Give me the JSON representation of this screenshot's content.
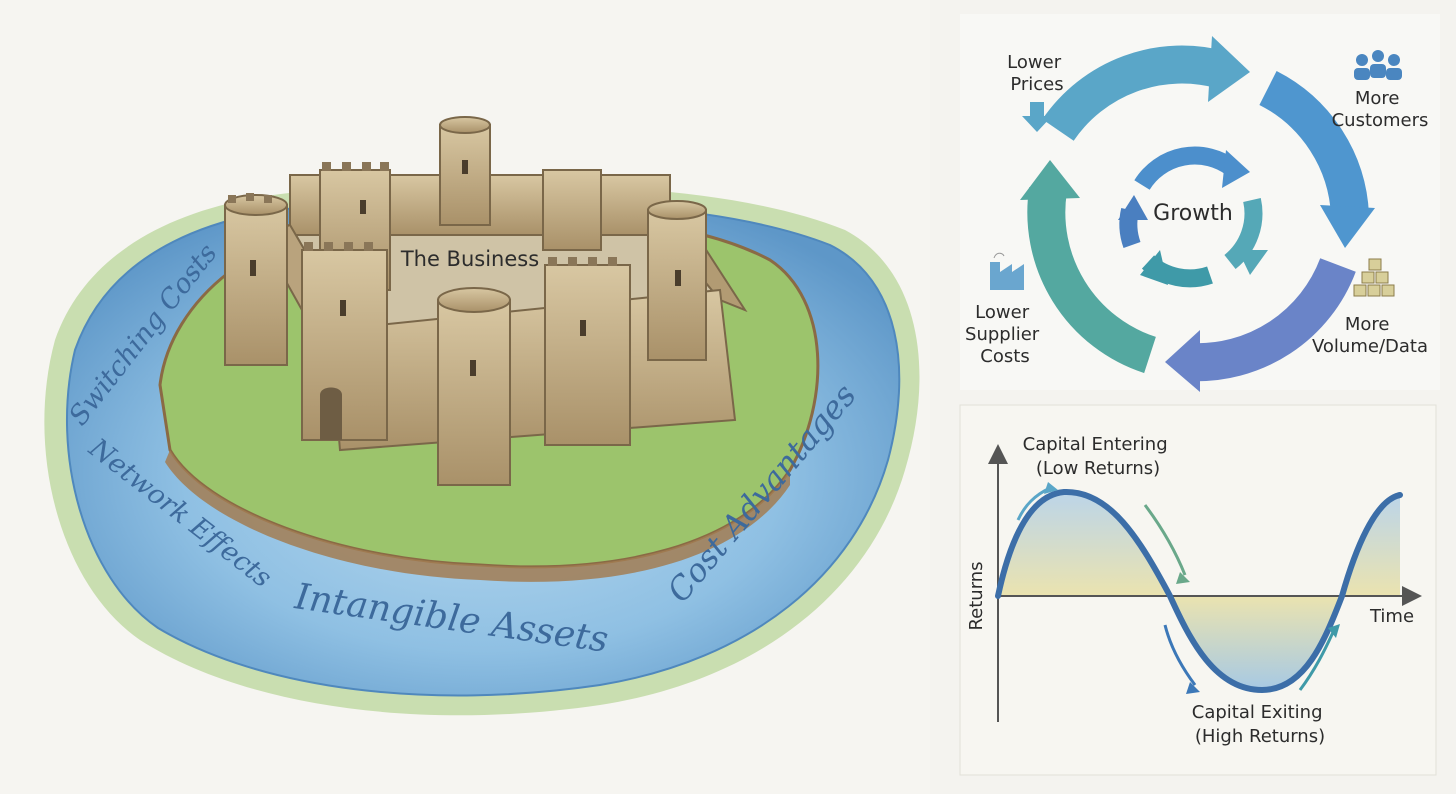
{
  "moat": {
    "center_label": "The Business",
    "labels": {
      "switching": "Switching Costs",
      "network": "Network Effects",
      "intangible": "Intangible Assets",
      "cost": "Cost Advantages"
    }
  },
  "flywheel": {
    "center": "Growth",
    "nodes": {
      "lower_prices": [
        "Lower",
        "Prices"
      ],
      "more_customers": [
        "More",
        "Customers"
      ],
      "more_volume": [
        "More",
        "Volume/Data"
      ],
      "lower_supplier": [
        "Lower",
        "Supplier",
        "Costs"
      ]
    }
  },
  "cycle": {
    "y_label": "Returns",
    "x_label": "Time",
    "top_annotation": [
      "Capital Entering",
      "(Low Returns)"
    ],
    "bottom_annotation": [
      "Capital Exiting",
      "(High Returns)"
    ]
  },
  "colors": {
    "water": "#8fc0e3",
    "water_dark": "#4f88bd",
    "grass": "#9cc46c",
    "stone": "#c9b48c",
    "stone_dark": "#8a7658",
    "curve": "#3c6ea8",
    "arrow_teal": "#3f9aa8"
  }
}
